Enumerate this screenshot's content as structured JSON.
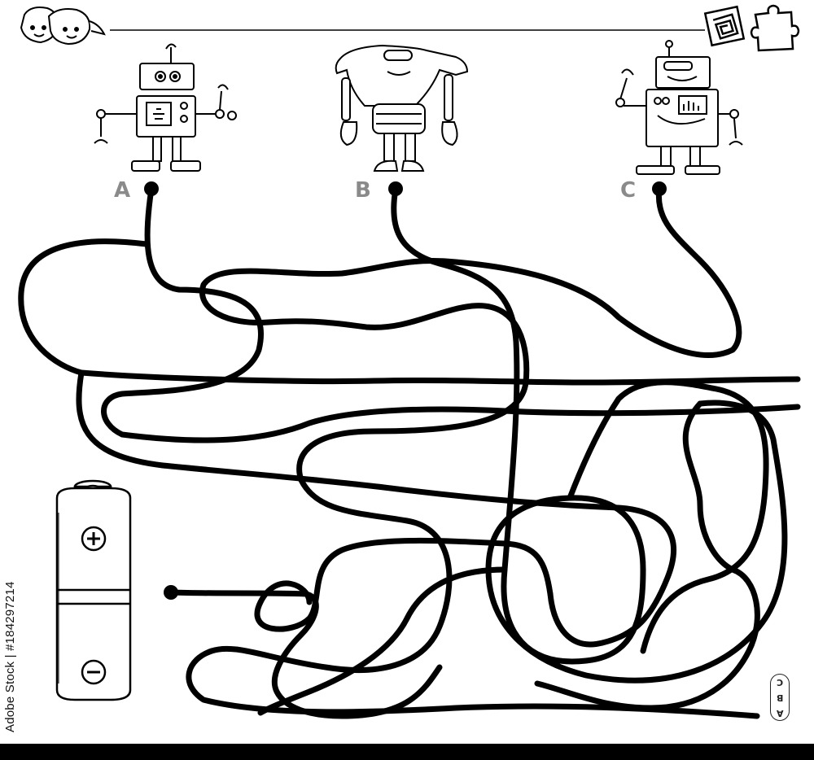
{
  "puzzle": {
    "robots": [
      {
        "letter": "A"
      },
      {
        "letter": "B"
      },
      {
        "letter": "C"
      }
    ],
    "answer_key": [
      "C",
      "B",
      "A"
    ]
  },
  "watermark": {
    "stock_id": "Adobe Stock | #184297214"
  },
  "colors": {
    "ink": "#000000",
    "letters": "#8a8a8a",
    "background": "#ffffff"
  },
  "icons": [
    "kids-logo-icon",
    "spiral-icon",
    "puzzle-piece-icon",
    "robot-icon",
    "battery-icon",
    "plus-icon",
    "minus-icon"
  ]
}
